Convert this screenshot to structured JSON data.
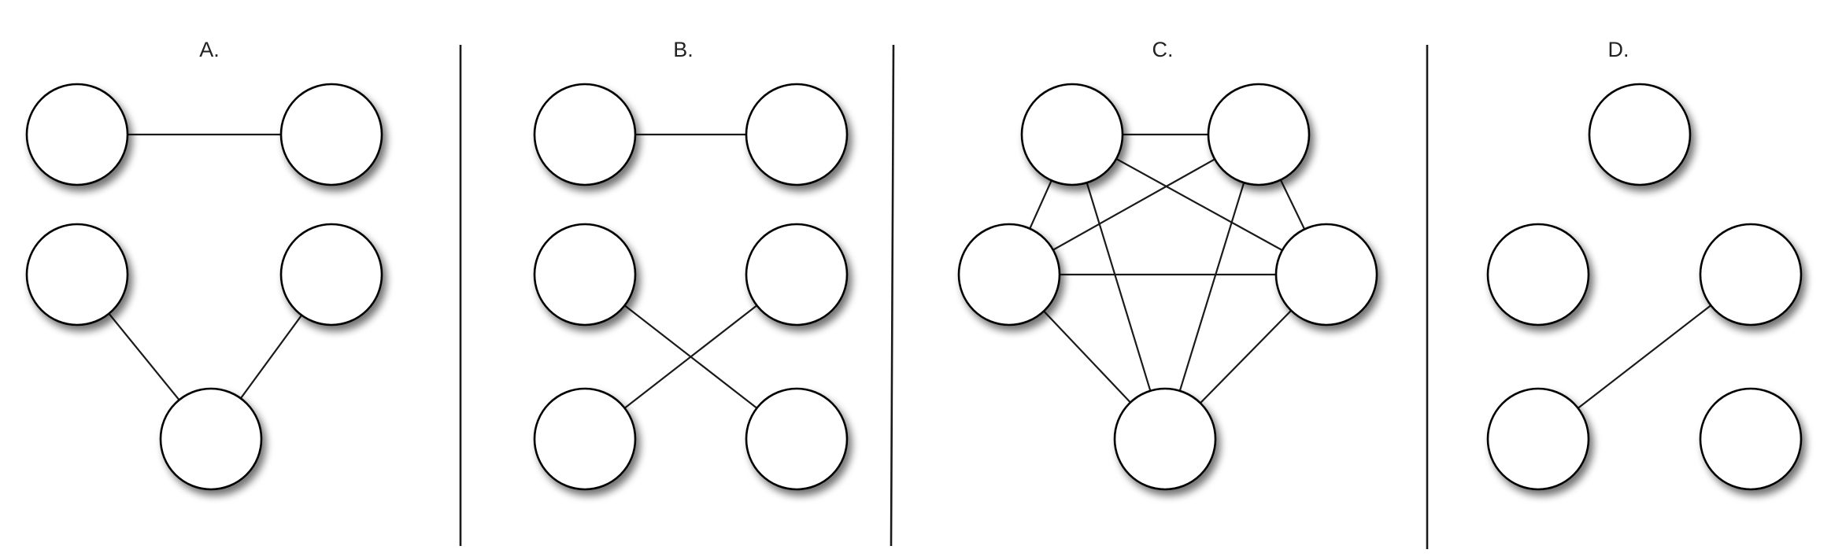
{
  "diagram": {
    "panels": [
      {
        "label": "A.",
        "node_count": 5,
        "edges": [
          [
            0,
            1
          ],
          [
            2,
            4
          ],
          [
            3,
            4
          ]
        ]
      },
      {
        "label": "B.",
        "node_count": 6,
        "edges": [
          [
            0,
            1
          ],
          [
            2,
            5
          ],
          [
            3,
            4
          ]
        ]
      },
      {
        "label": "C.",
        "node_count": 5,
        "edges": [
          [
            0,
            1
          ],
          [
            0,
            2
          ],
          [
            0,
            3
          ],
          [
            0,
            4
          ],
          [
            1,
            2
          ],
          [
            1,
            3
          ],
          [
            1,
            4
          ],
          [
            2,
            3
          ],
          [
            2,
            4
          ],
          [
            3,
            4
          ]
        ]
      },
      {
        "label": "D.",
        "node_count": 5,
        "edges": [
          [
            2,
            3
          ]
        ]
      }
    ]
  }
}
